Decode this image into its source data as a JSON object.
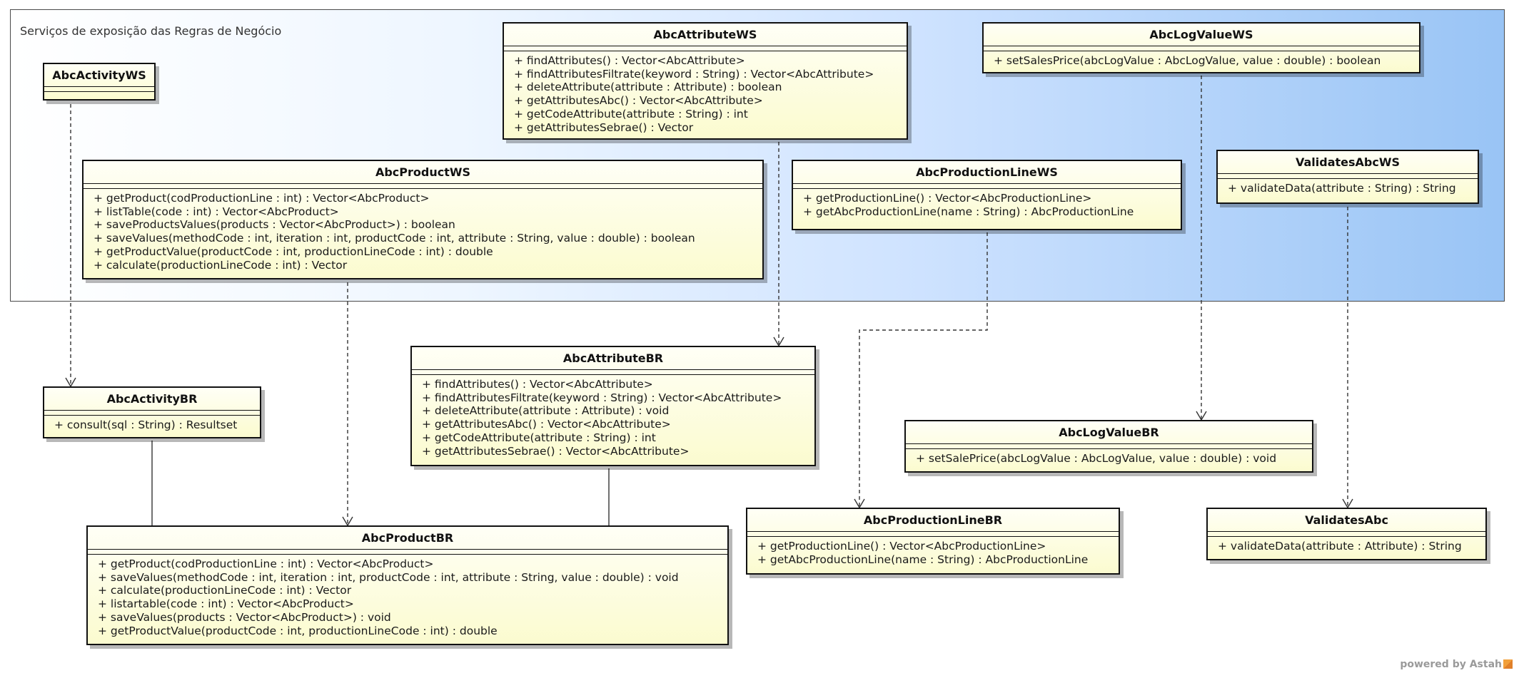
{
  "package": {
    "title": "Serviços de exposição das Regras de Negócio"
  },
  "watermark": "powered by Astah",
  "classes": [
    {
      "name": "AbcActivityWS",
      "operations": []
    },
    {
      "name": "AbcAttributeWS",
      "operations": [
        "+ findAttributes() : Vector<AbcAttribute>",
        "+ findAttributesFiltrate(keyword : String) : Vector<AbcAttribute>",
        "+ deleteAttribute(attribute : Attribute) : boolean",
        "+ getAttributesAbc() : Vector<AbcAttribute>",
        "+ getCodeAttribute(attribute : String) : int",
        "+ getAttributesSebrae() : Vector"
      ]
    },
    {
      "name": "AbcLogValueWS",
      "operations": [
        "+ setSalesPrice(abcLogValue : AbcLogValue, value : double) : boolean"
      ]
    },
    {
      "name": "AbcProductWS",
      "operations": [
        "+ getProduct(codProductionLine : int) : Vector<AbcProduct>",
        "+ listTable(code : int) : Vector<AbcProduct>",
        "+ saveProductsValues(products : Vector<AbcProduct>) : boolean",
        "+ saveValues(methodCode : int, iteration : int, productCode : int, attribute : String, value : double) : boolean",
        "+ getProductValue(productCode : int, productionLineCode : int) : double",
        "+ calculate(productionLineCode : int) : Vector"
      ]
    },
    {
      "name": "AbcProductionLineWS",
      "operations": [
        "+ getProductionLine() : Vector<AbcProductionLine>",
        "+ getAbcProductionLine(name : String) : AbcProductionLine"
      ]
    },
    {
      "name": "ValidatesAbcWS",
      "operations": [
        "+ validateData(attribute : String) : String"
      ]
    },
    {
      "name": "AbcActivityBR",
      "operations": [
        "+ consult(sql : String) : Resultset"
      ]
    },
    {
      "name": "AbcAttributeBR",
      "operations": [
        "+ findAttributes() : Vector<AbcAttribute>",
        "+ findAttributesFiltrate(keyword : String) : Vector<AbcAttribute>",
        "+ deleteAttribute(attribute : Attribute) : void",
        "+ getAttributesAbc() : Vector<AbcAttribute>",
        "+ getCodeAttribute(attribute : String) : int",
        "+ getAttributesSebrae() : Vector<AbcAttribute>"
      ]
    },
    {
      "name": "AbcLogValueBR",
      "operations": [
        "+ setSalePrice(abcLogValue : AbcLogValue, value : double) : void"
      ]
    },
    {
      "name": "AbcProductBR",
      "operations": [
        "+ getProduct(codProductionLine : int) : Vector<AbcProduct>",
        "+ saveValues(methodCode : int, iteration : int, productCode : int, attribute : String, value : double) : void",
        "+ calculate(productionLineCode : int) : Vector",
        "+ listartable(code : int) : Vector<AbcProduct>",
        "+ saveValues(products : Vector<AbcProduct>) : void",
        "+ getProductValue(productCode : int, productionLineCode : int) : double"
      ]
    },
    {
      "name": "AbcProductionLineBR",
      "operations": [
        "+ getProductionLine() : Vector<AbcProductionLine>",
        "+ getAbcProductionLine(name : String) : AbcProductionLine"
      ]
    },
    {
      "name": "ValidatesAbc",
      "operations": [
        "+ validateData(attribute : Attribute) : String"
      ]
    }
  ],
  "relations": [
    {
      "type": "dependency",
      "from": "AbcActivityWS",
      "to": "AbcActivityBR"
    },
    {
      "type": "dependency",
      "from": "AbcProductWS",
      "to": "AbcProductBR"
    },
    {
      "type": "dependency",
      "from": "AbcAttributeWS",
      "to": "AbcAttributeBR"
    },
    {
      "type": "dependency",
      "from": "AbcProductionLineWS",
      "to": "AbcProductionLineBR"
    },
    {
      "type": "dependency",
      "from": "AbcLogValueWS",
      "to": "AbcLogValueBR"
    },
    {
      "type": "dependency",
      "from": "ValidatesAbcWS",
      "to": "ValidatesAbc"
    },
    {
      "type": "association",
      "from": "AbcActivityBR",
      "to": "AbcProductBR"
    },
    {
      "type": "association",
      "from": "AbcAttributeBR",
      "to": "AbcProductBR"
    }
  ]
}
